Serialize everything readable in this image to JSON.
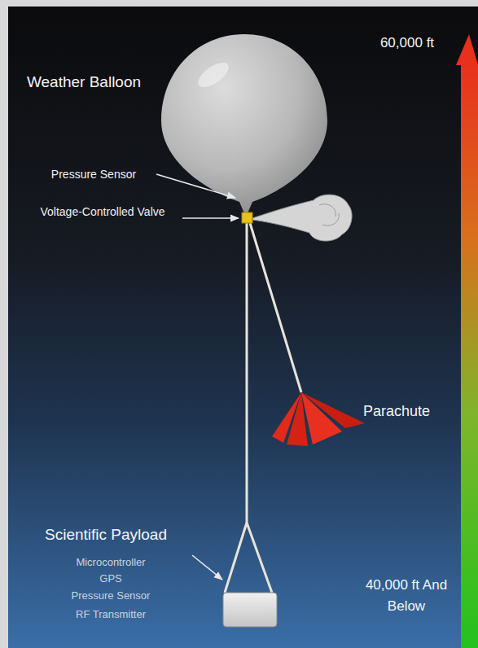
{
  "diagram": {
    "labels": [
      "Weather Balloon",
      "60,000 ft",
      "Pressure Sensor",
      "Voltage-Controlled Valve",
      "Parachute",
      "Scientific Payload",
      "Microcontroller",
      "GPS",
      "Pressure Sensor",
      "RF Transmitter",
      "40,000 ft And Below"
    ]
  }
}
